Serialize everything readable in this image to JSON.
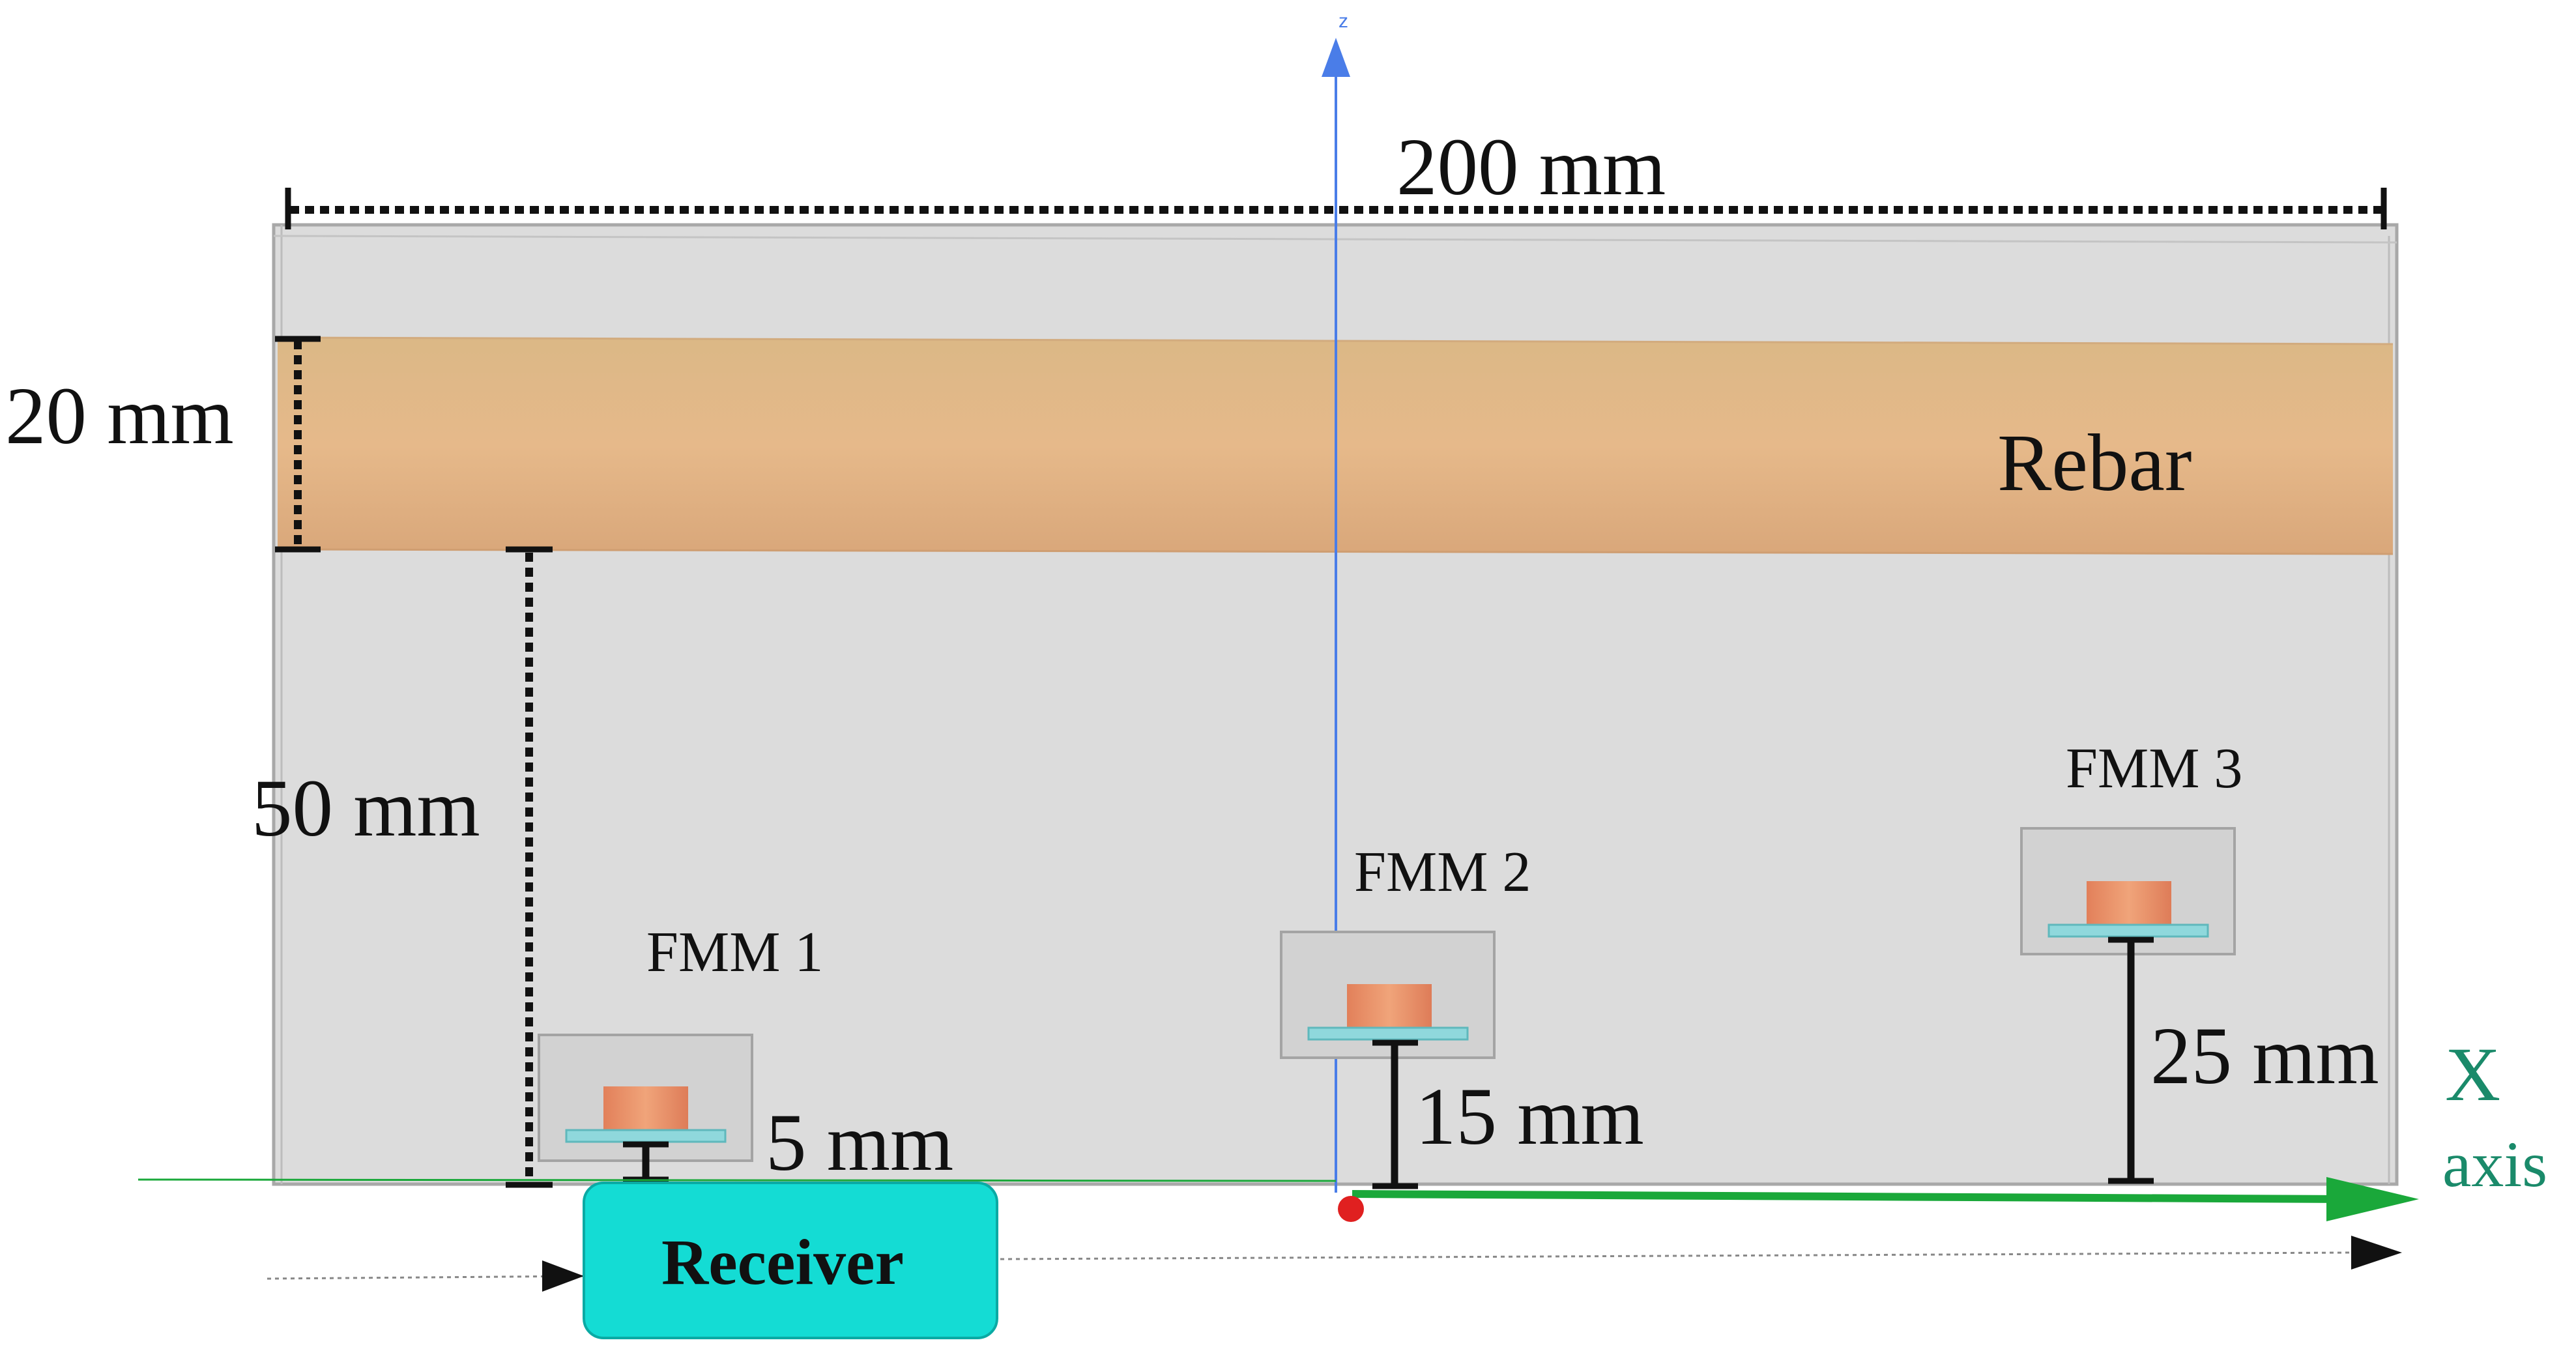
{
  "diagram": {
    "dimension_labels": {
      "width": "200 mm",
      "rebar_diameter": "20 mm",
      "rebar_to_bottom": "50 mm",
      "fmm1_height": "5 mm",
      "fmm2_height": "15 mm",
      "fmm3_height": "25 mm"
    },
    "rebar_label": "Rebar",
    "fmm_labels": [
      "FMM 1",
      "FMM 2",
      "FMM 3"
    ],
    "receiver_label": "Receiver",
    "x_axis_label_1": "X",
    "x_axis_label_2": "axis",
    "z_axis_label": "z"
  },
  "colors": {
    "slab_fill": "#dcdcdc",
    "rebar": "#e2b688",
    "coil": "#e8946a",
    "plate": "#8fd8dc",
    "receiver": "#14dcd4",
    "x_axis": "#1aa83a",
    "z_axis": "#4a7de8",
    "x_label": "#1a8a6a",
    "origin": "#e02020"
  },
  "icons": {
    "origin": "red-dot",
    "scan_arrow": "black-arrowhead"
  }
}
